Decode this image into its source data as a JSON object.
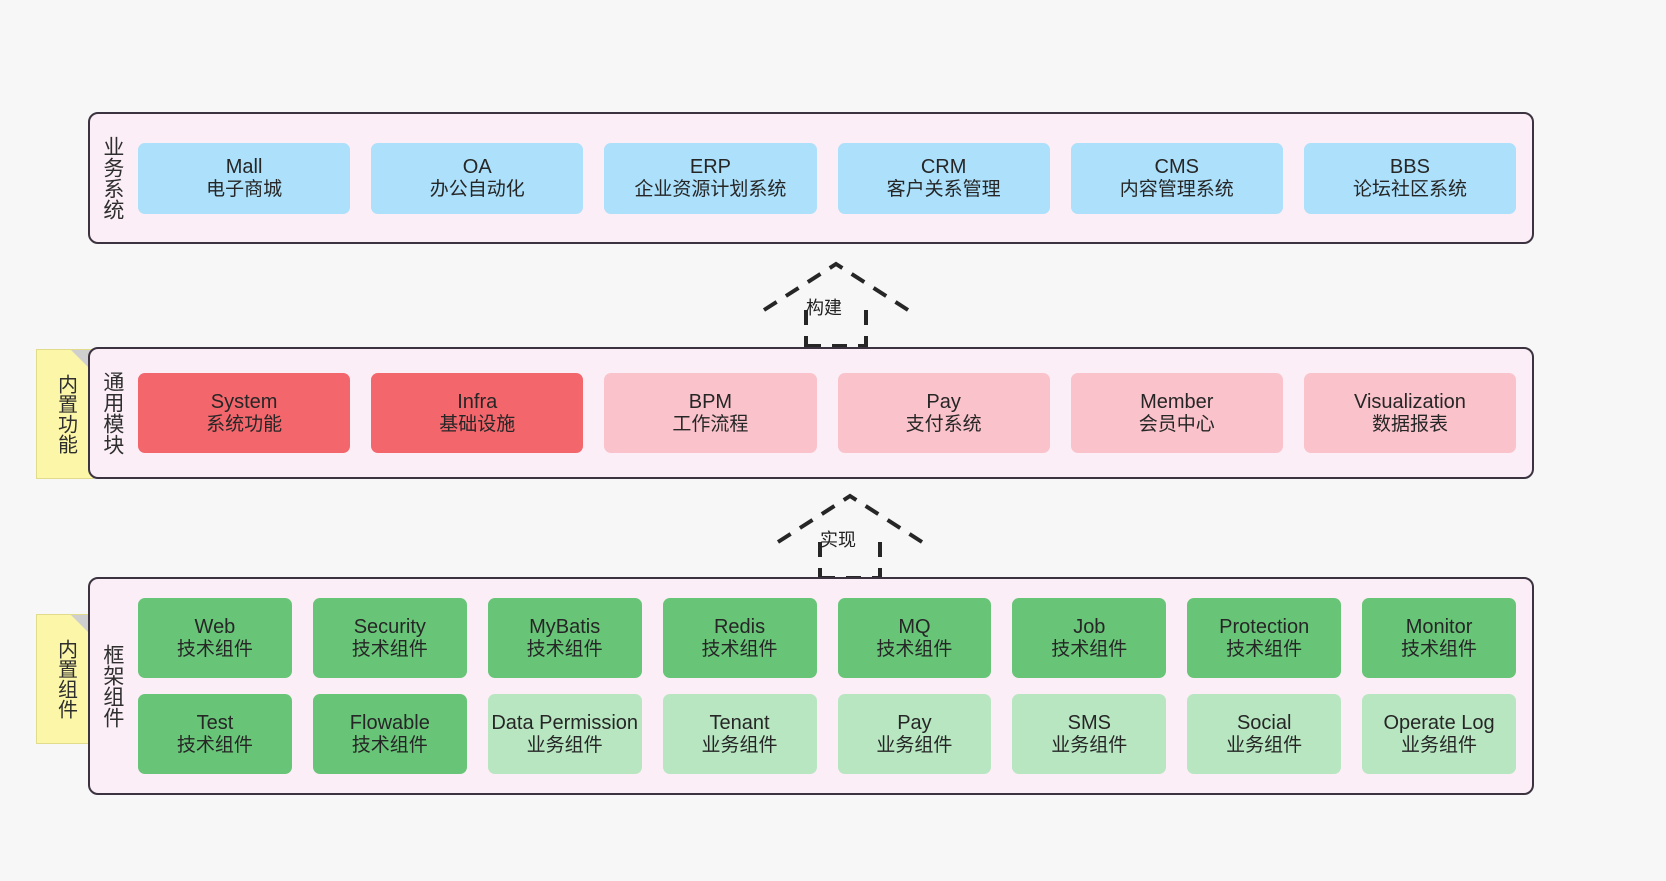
{
  "diagram": {
    "background_color": "#f7f7f7",
    "border_color": "#3b3440",
    "panel_fill": "#fbeef6"
  },
  "sections": {
    "business": {
      "label": "业务系统",
      "card_color": "#ace0fb",
      "cards": [
        {
          "title": "Mall",
          "subtitle": "电子商城"
        },
        {
          "title": "OA",
          "subtitle": "办公自动化"
        },
        {
          "title": "ERP",
          "subtitle": "企业资源计划系统"
        },
        {
          "title": "CRM",
          "subtitle": "客户关系管理"
        },
        {
          "title": "CMS",
          "subtitle": "内容管理系统"
        },
        {
          "title": "BBS",
          "subtitle": "论坛社区系统"
        }
      ]
    },
    "common": {
      "label": "通用模块",
      "sticky_note": "内置功能",
      "card_color_primary": "#f2666c",
      "card_color_secondary": "#fac3cb",
      "cards": [
        {
          "title": "System",
          "subtitle": "系统功能",
          "tone": "red"
        },
        {
          "title": "Infra",
          "subtitle": "基础设施",
          "tone": "red"
        },
        {
          "title": "BPM",
          "subtitle": "工作流程",
          "tone": "pink"
        },
        {
          "title": "Pay",
          "subtitle": "支付系统",
          "tone": "pink"
        },
        {
          "title": "Member",
          "subtitle": "会员中心",
          "tone": "pink"
        },
        {
          "title": "Visualization",
          "subtitle": "数据报表",
          "tone": "pink"
        }
      ]
    },
    "framework": {
      "label": "框架组件",
      "sticky_note": "内置组件",
      "card_color_primary": "#68c578",
      "card_color_secondary": "#b7e6c1",
      "row1": [
        {
          "title": "Web",
          "subtitle": "技术组件",
          "tone": "green"
        },
        {
          "title": "Security",
          "subtitle": "技术组件",
          "tone": "green"
        },
        {
          "title": "MyBatis",
          "subtitle": "技术组件",
          "tone": "green"
        },
        {
          "title": "Redis",
          "subtitle": "技术组件",
          "tone": "green"
        },
        {
          "title": "MQ",
          "subtitle": "技术组件",
          "tone": "green"
        },
        {
          "title": "Job",
          "subtitle": "技术组件",
          "tone": "green"
        },
        {
          "title": "Protection",
          "subtitle": "技术组件",
          "tone": "green"
        },
        {
          "title": "Monitor",
          "subtitle": "技术组件",
          "tone": "green"
        }
      ],
      "row2": [
        {
          "title": "Test",
          "subtitle": "技术组件",
          "tone": "green"
        },
        {
          "title": "Flowable",
          "subtitle": "技术组件",
          "tone": "green"
        },
        {
          "title": "Data Permission",
          "subtitle": "业务组件",
          "tone": "lgreen"
        },
        {
          "title": "Tenant",
          "subtitle": "业务组件",
          "tone": "lgreen"
        },
        {
          "title": "Pay",
          "subtitle": "业务组件",
          "tone": "lgreen"
        },
        {
          "title": "SMS",
          "subtitle": "业务组件",
          "tone": "lgreen"
        },
        {
          "title": "Social",
          "subtitle": "业务组件",
          "tone": "lgreen"
        },
        {
          "title": "Operate Log",
          "subtitle": "业务组件",
          "tone": "lgreen"
        }
      ]
    }
  },
  "connectors": [
    {
      "label": "构建",
      "from": "common",
      "to": "business",
      "style": "dashed-hollow-arrow"
    },
    {
      "label": "实现",
      "from": "framework",
      "to": "common",
      "style": "dashed-hollow-arrow"
    }
  ]
}
